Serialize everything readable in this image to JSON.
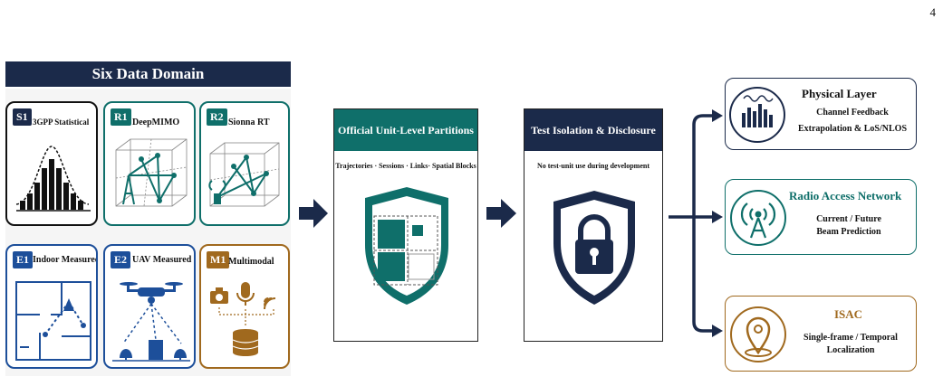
{
  "page_number": "4",
  "domain_panel": {
    "title": "Six Data Domain",
    "cards": [
      {
        "tag": "S1",
        "label": "3GPP Statistical"
      },
      {
        "tag": "R1",
        "label": "DeepMIMO"
      },
      {
        "tag": "R2",
        "label": "Sionna RT"
      },
      {
        "tag": "E1",
        "label": "Indoor Measured"
      },
      {
        "tag": "E2",
        "label": "UAV Measured"
      },
      {
        "tag": "M1",
        "label": "Multimodal"
      }
    ]
  },
  "partitions": {
    "title": "Official Unit-Level Partitions",
    "subtitle": "Trajectories · Sessions · Links· Spatial Blocks"
  },
  "isolation": {
    "title": "Test Isolation & Disclosure",
    "subtitle": "No test-unit use during development"
  },
  "outputs": [
    {
      "title": "Physical  Layer",
      "lines": [
        "Channel Feedback",
        "Extrapolation & LoS/NLOS"
      ]
    },
    {
      "title": "Radio Access Network",
      "lines": [
        "Current / Future",
        "Beam Prediction"
      ]
    },
    {
      "title": "ISAC",
      "lines": [
        "Single-frame / Temporal",
        "Localization"
      ]
    }
  ],
  "colors": {
    "navy": "#1b2a4a",
    "teal": "#0f6f6a",
    "blue": "#1d4f9a",
    "brown": "#a0691e"
  },
  "icons": [
    "bell-curve-histogram-icon",
    "cube-network-icon",
    "floorplan-icon",
    "uav-drone-icon",
    "camera-mic-wifi-database-icon",
    "shield-grid-icon",
    "shield-lock-icon",
    "antenna-signal-icon",
    "location-pin-icon"
  ]
}
